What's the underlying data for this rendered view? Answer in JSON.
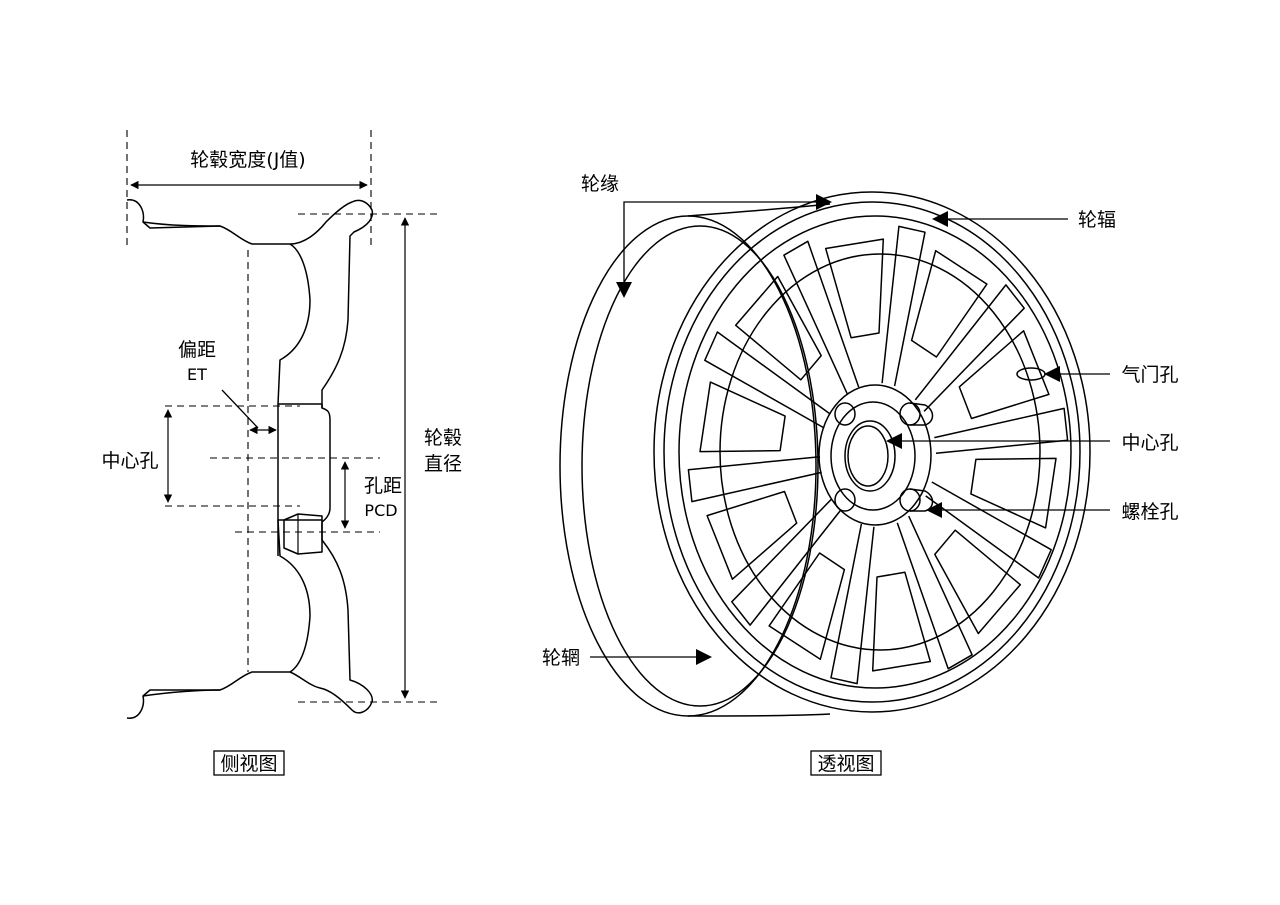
{
  "side_view": {
    "caption": "侧视图",
    "width_label": "轮毂宽度(J值)",
    "offset_label": "偏距",
    "offset_abbr": "ET",
    "center_bore_label": "中心孔",
    "pcd_label": "孔距",
    "pcd_abbr": "PCD",
    "diameter_label_line1": "轮毂",
    "diameter_label_line2": "直径"
  },
  "perspective_view": {
    "caption": "透视图",
    "flange_label": "轮缘",
    "spoke_label": "轮辐",
    "valve_hole_label": "气门孔",
    "center_bore_label": "中心孔",
    "bolt_hole_label": "螺栓孔",
    "rim_label": "轮辋"
  }
}
